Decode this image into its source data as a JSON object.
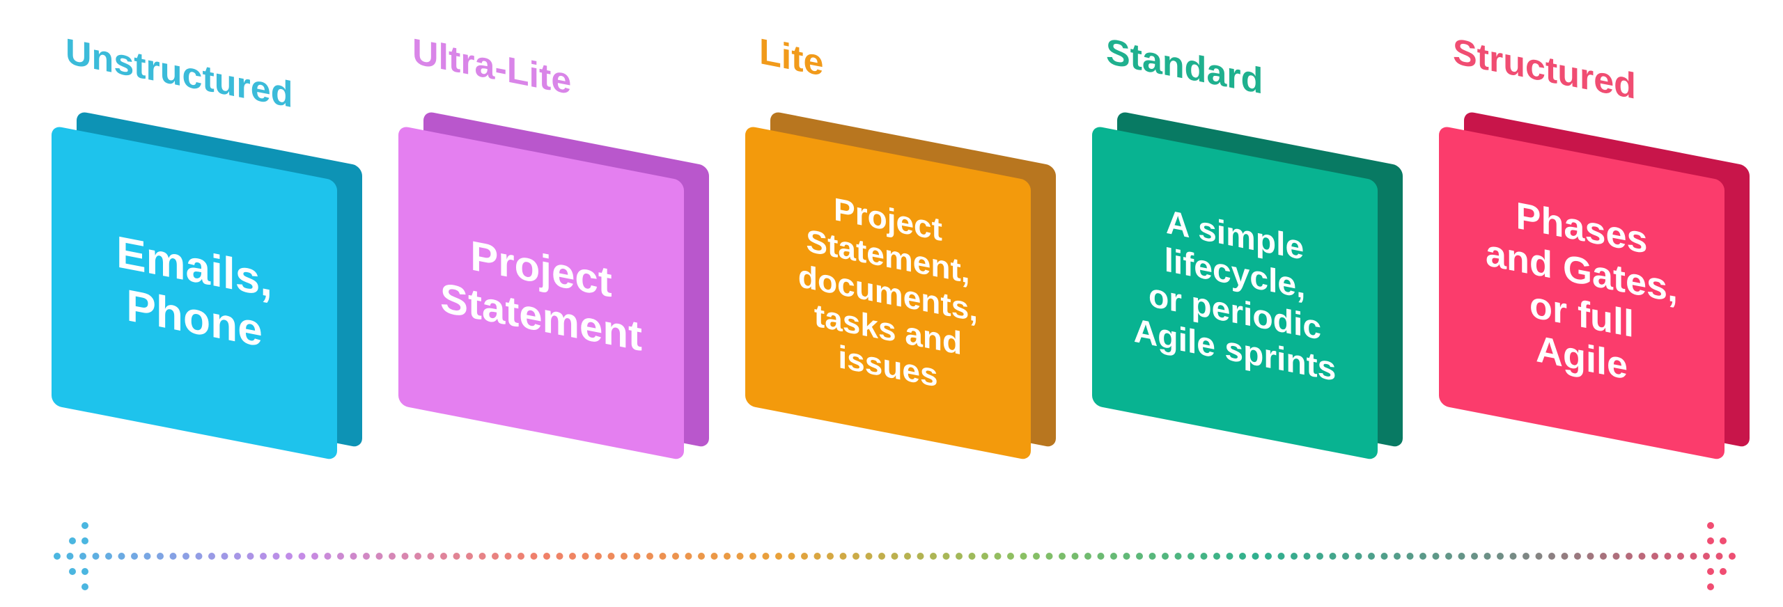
{
  "levels": [
    {
      "label": "Unstructured",
      "text": "Emails,\nPhone",
      "label_color": "#3bbbd9",
      "front_color": "#1ec3ec",
      "back_color": "#0d93b5"
    },
    {
      "label": "Ultra-Lite",
      "text": "Project\nStatement",
      "label_color": "#d985e8",
      "front_color": "#e47ff0",
      "back_color": "#b957cc"
    },
    {
      "label": "Lite",
      "text": "Project\nStatement,\ndocuments,\ntasks and\nissues",
      "label_color": "#f19a1a",
      "front_color": "#f39a0c",
      "back_color": "#b8761f"
    },
    {
      "label": "Standard",
      "text": "A simple\nlifecycle,\nor periodic\nAgile sprints",
      "label_color": "#1fb08e",
      "front_color": "#08b391",
      "back_color": "#087a63"
    },
    {
      "label": "Structured",
      "text": "Phases\nand Gates,\nor full\nAgile",
      "label_color": "#f04d72",
      "front_color": "#fb3c6c",
      "back_color": "#c8154a"
    }
  ],
  "axis": {
    "type": "double-arrow-dotted",
    "gradient": [
      "#4bb6e0",
      "#c48be8",
      "#f0806a",
      "#e9a13a",
      "#8cc063",
      "#2fb08f",
      "#6f8f86",
      "#f04d72"
    ]
  }
}
